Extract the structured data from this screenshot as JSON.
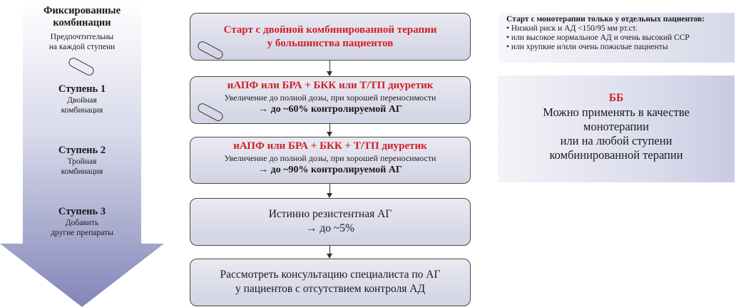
{
  "left_panel": {
    "title_line1": "Фиксированные",
    "title_line2": "комбинации",
    "sub_line1": "Предпочтительны",
    "sub_line2": "на каждой ступени",
    "steps": [
      {
        "title": "Ступень 1",
        "line1": "Двойная",
        "line2": "комбинация"
      },
      {
        "title": "Ступень 2",
        "line1": "Тройная",
        "line2": "комбинация"
      },
      {
        "title": "Ступень 3",
        "line1": "Добавить",
        "line2": "другие препараты"
      }
    ]
  },
  "flow": {
    "box1": {
      "line1": "Старт с двойной комбинированной терапии",
      "line2": "у большинства пациентов"
    },
    "box2": {
      "title": "иАПФ или БРА + БКК или Т/ТП диуретик",
      "note": "Увеличение до полной дозы, при хорошей переносимости",
      "result": "→ до ~60% контролируемой АГ"
    },
    "box3": {
      "title": "иАПФ или БРА + БКК + Т/ТП диуретик",
      "note": "Увеличение до полной дозы, при хорошей переносимости",
      "result": "→ до ~90% контролируемой АГ"
    },
    "box4": {
      "line1": "Истинно резистентная АГ",
      "line2": "→ до ~5%"
    },
    "box5": {
      "line1": "Рассмотреть консультацию специалиста по АГ",
      "line2": "у пациентов с отсутствием контроля АД"
    }
  },
  "monotherapy": {
    "heading": "Старт с монотерапии только у отдельных пациентов:",
    "items": [
      "•  Низкий риск и АД <150/95 мм рт.ст.",
      "•  или высокое нормальное АД и очень высокий ССР",
      "•  или хрупкие и/или очень пожилые пациенты"
    ]
  },
  "bb": {
    "title": "ББ",
    "lines": [
      "Можно применять в качестве",
      "монотерапии",
      "или на любой ступени",
      "комбинированной терапии"
    ]
  },
  "colors": {
    "accent_red": "#d21f26",
    "box_fill": "#d2d3e4",
    "arrow_fill": "#8f92c0"
  }
}
